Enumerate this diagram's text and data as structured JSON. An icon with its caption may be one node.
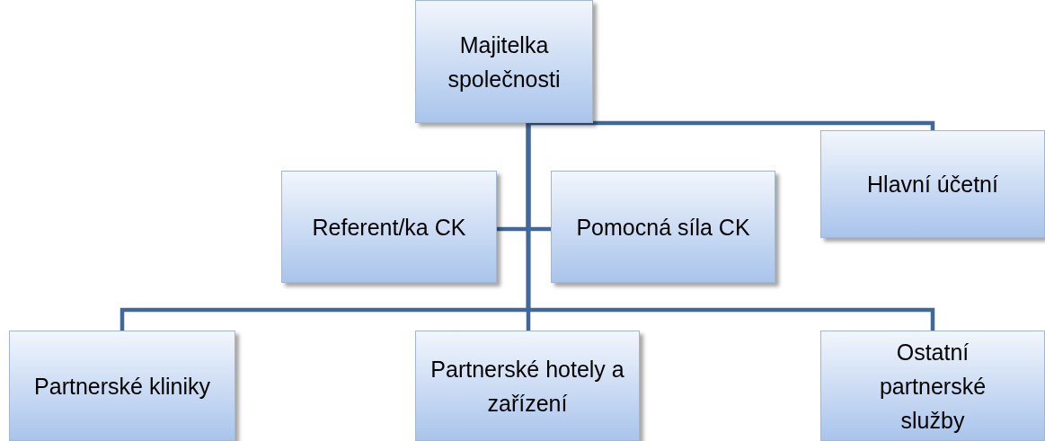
{
  "diagram": {
    "nodes": [
      {
        "text": [
          "Majitelka společnosti"
        ]
      },
      {
        "text": [
          "Hlavní účetní"
        ]
      },
      {
        "text": [
          "Referent/ka CK"
        ]
      },
      {
        "text": [
          "Pomocná síla CK"
        ]
      },
      {
        "text": [
          "Partnerské kliniky"
        ]
      },
      {
        "text": [
          "Partnerské hotely a zařízení"
        ]
      },
      {
        "text": [
          "Ostatní partnerské služby"
        ]
      }
    ],
    "edges": [
      {
        "from": 0,
        "to": 1,
        "arrow": "none"
      },
      {
        "from": 0,
        "to": 2,
        "arrow": "none"
      },
      {
        "from": 0,
        "to": 3,
        "arrow": "none"
      },
      {
        "from": 0,
        "to": 4,
        "arrow": "none"
      },
      {
        "from": 0,
        "to": 5,
        "arrow": "none"
      },
      {
        "from": 0,
        "to": 6,
        "arrow": "none"
      }
    ]
  }
}
